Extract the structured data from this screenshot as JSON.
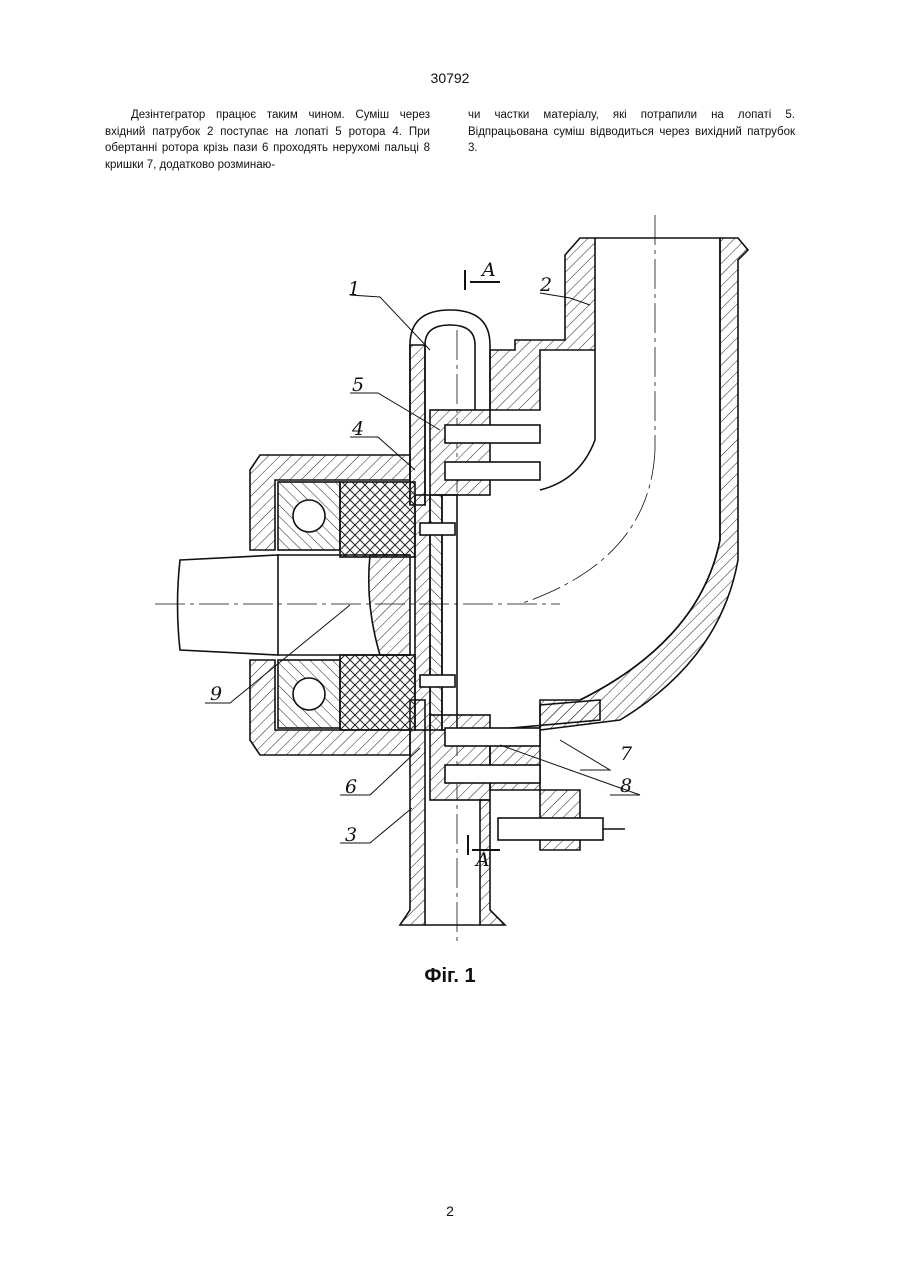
{
  "header": {
    "doc_number": "30792"
  },
  "body_text": {
    "left_column": "Дезінтегратор працює таким чином. Суміш через вхідний патрубок 2 поступає на лопаті 5 ротора 4. При обертанні ротора крізь пази 6 проходять нерухомі пальці 8 кришки 7, додатково розминаю-",
    "right_column": "чи частки матеріалу, які потрапили на лопаті 5. Відпрацьована суміш відводиться через вихідний патрубок 3."
  },
  "figure": {
    "labels": {
      "part1": "1",
      "part2": "2",
      "part3": "3",
      "part4": "4",
      "part5": "5",
      "part6": "6",
      "part7": "7",
      "part8": "8",
      "part9": "9",
      "section_top": "A",
      "section_bottom": "A"
    },
    "caption": "Фіг. 1"
  },
  "footer": {
    "page_number": "2"
  }
}
